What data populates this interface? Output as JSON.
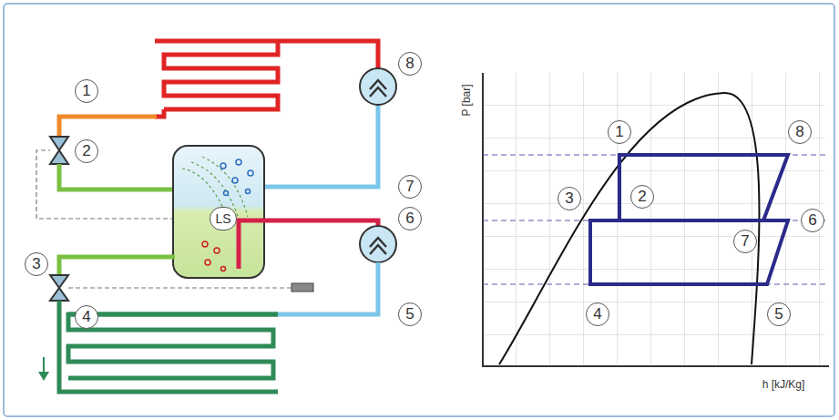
{
  "diagram": {
    "labels": [
      "1",
      "2",
      "LS",
      "3",
      "4",
      "8",
      "7",
      "6",
      "5",
      "P [bar]",
      "1",
      "8",
      "3",
      "2",
      "6",
      "7",
      "4",
      "5",
      "h [kJ/Kg]"
    ]
  }
}
